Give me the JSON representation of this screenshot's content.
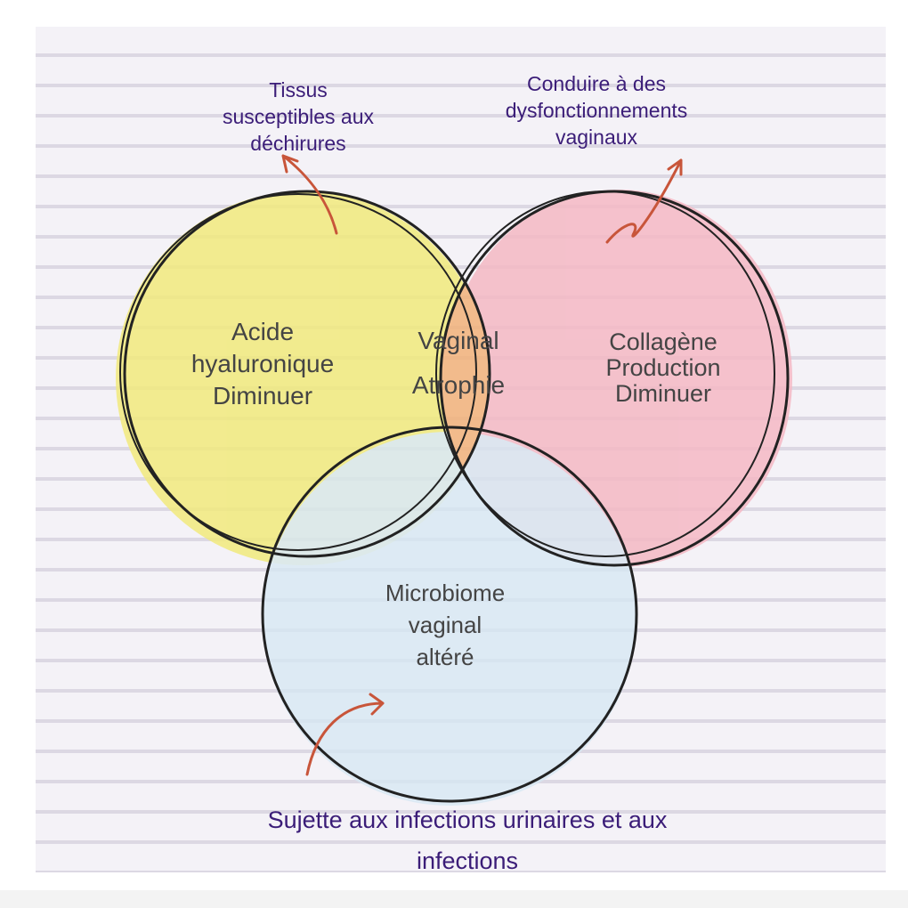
{
  "circles": {
    "hyaluronic": {
      "lines": [
        "Acide",
        "hyaluronique",
        "Diminuer"
      ],
      "color": "#f1ea7c"
    },
    "collagen": {
      "lines": [
        "Collagène",
        "Production",
        "Diminuer"
      ],
      "color": "#f4b9c4"
    },
    "microbiome": {
      "lines": [
        "Microbiome",
        "vaginal",
        "altéré"
      ],
      "color": "#d6e8f3"
    },
    "center": {
      "lines": [
        "Vaginal",
        "Atrophie"
      ],
      "color": "#f2b27a"
    }
  },
  "annotations": {
    "tears": [
      "Tissus",
      "susceptibles aux",
      "déchirures"
    ],
    "dysfunction": [
      "Conduire à des",
      "dysfonctionnements",
      "vaginaux"
    ],
    "infections": [
      "Sujette aux infections urinaires et aux",
      "infections"
    ]
  },
  "colors": {
    "text": "#444444",
    "annotation": "#3b1d78",
    "arrow": "#c8553a",
    "outline": "#222222"
  }
}
